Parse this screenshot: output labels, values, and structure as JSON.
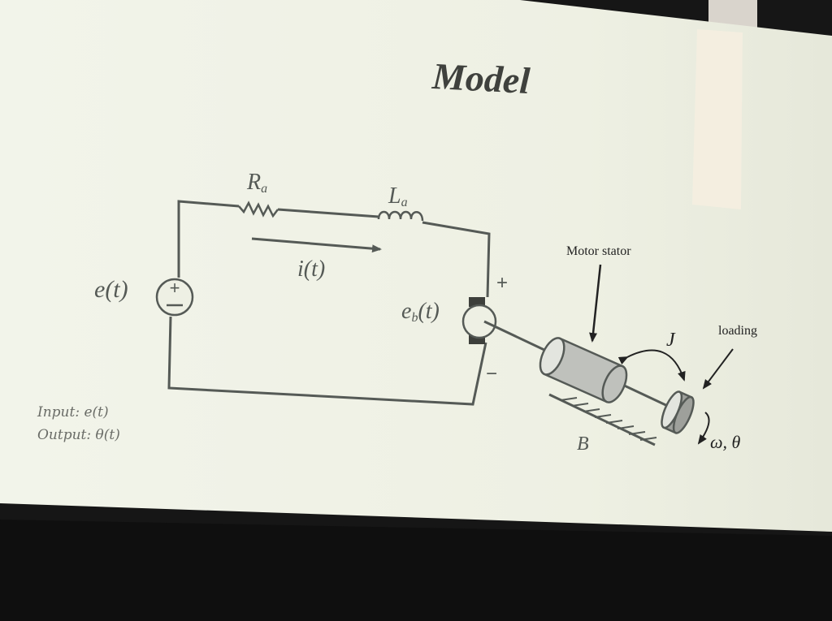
{
  "slide": {
    "title": "Model",
    "background_color": "#eef0e4",
    "wire_color": "#555a56"
  },
  "circuit": {
    "resistor_label": "R",
    "resistor_subscript": "a",
    "inductor_label": "L",
    "inductor_subscript": "a",
    "current_label": "i(t)",
    "source_label": "e(t)",
    "back_emf_label": "e",
    "back_emf_subscript": "b",
    "back_emf_arg": "(t)",
    "plus_sign": "+",
    "minus_sign": "−"
  },
  "mechanical": {
    "motor_stator_label": "Motor stator",
    "inertia_label": "J",
    "loading_label": "loading",
    "damping_label": "B",
    "angular_label": "ω, θ",
    "stator_color": "#bfc1bc",
    "load_color": "#9ea09b"
  },
  "io": {
    "input_label": "Input: e(t)",
    "output_label": "Output: θ(t)"
  }
}
